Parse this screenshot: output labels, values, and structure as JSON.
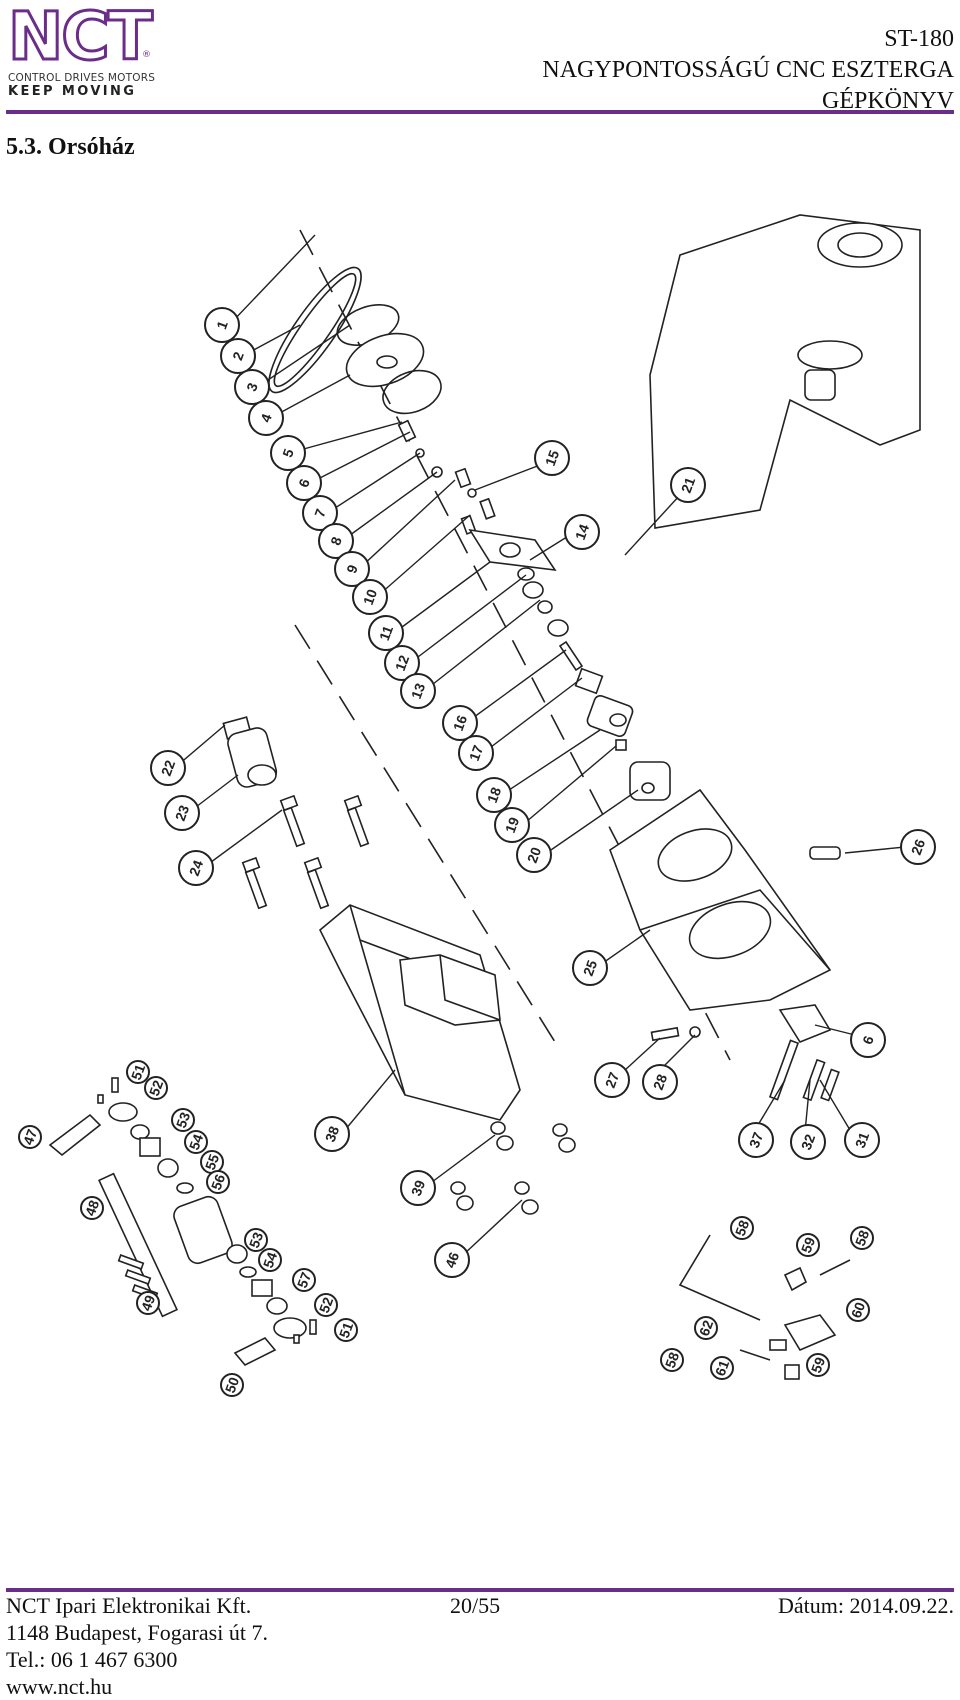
{
  "header": {
    "logo": {
      "letters": [
        "N",
        "C",
        "T"
      ],
      "reg": "®",
      "line1": "CONTROL DRIVES MOTORS",
      "line2": "KEEP MOVING"
    },
    "model": "ST-180",
    "title": "NAGYPONTOSSÁGÚ CNC ESZTERGA",
    "subtitle": "GÉPKÖNYV"
  },
  "section": {
    "title": "5.3. Orsóház"
  },
  "diagram": {
    "callouts": [
      "1",
      "2",
      "3",
      "4",
      "5",
      "6",
      "7",
      "8",
      "9",
      "10",
      "11",
      "12",
      "13",
      "14",
      "15",
      "16",
      "17",
      "18",
      "19",
      "20",
      "21",
      "22",
      "23",
      "24",
      "25",
      "26",
      "27",
      "28",
      "6",
      "31",
      "32",
      "37",
      "38",
      "39",
      "46",
      "47",
      "48",
      "49",
      "50",
      "51",
      "52",
      "53",
      "54",
      "55",
      "56",
      "53",
      "54",
      "57",
      "52",
      "51",
      "58",
      "59",
      "58",
      "60",
      "61",
      "62",
      "58",
      "59"
    ]
  },
  "footer": {
    "company": "NCT Ipari Elektronikai Kft.",
    "address": "1148 Budapest, Fogarasi út 7.",
    "phone": "Tel.: 06 1 467 6300",
    "web": "www.nct.hu",
    "page": "20/55",
    "date": "Dátum: 2014.09.22."
  },
  "colors": {
    "accent": "#6b2d8a"
  }
}
